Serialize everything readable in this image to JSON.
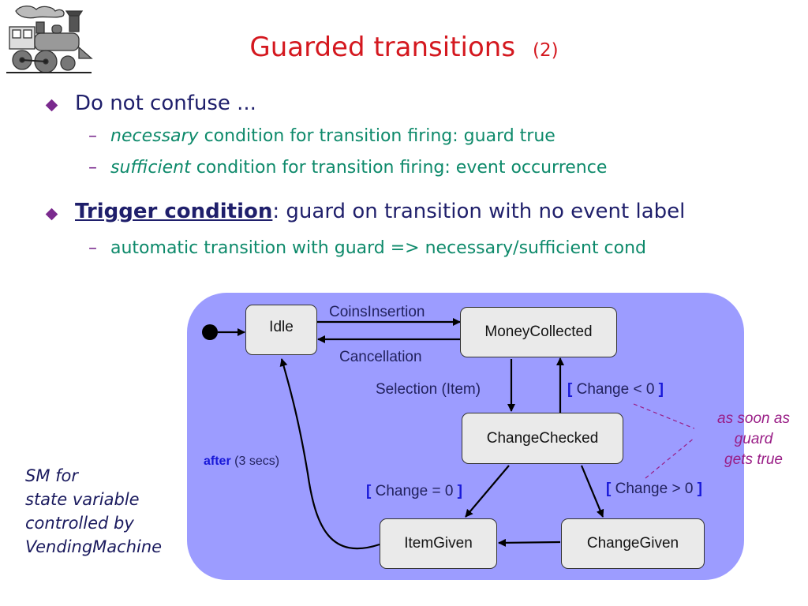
{
  "slide": {
    "title": "Guarded transitions",
    "title_number": "(2)"
  },
  "bullets": [
    {
      "text": "Do not confuse ...",
      "subs": [
        {
          "italic": "necessary",
          "rest": " condition for transition firing:  guard true"
        },
        {
          "italic": "sufficient",
          "rest": " condition for transition firing:  event occurrence"
        }
      ]
    },
    {
      "bold": "Trigger condition",
      "rest": ":  guard on transition with no event label",
      "subs": [
        {
          "text": "automatic transition with guard =>  necessary/sufficient cond"
        }
      ]
    }
  ],
  "side_note": [
    "SM for",
    "state variable",
    "controlled by",
    "VendingMachine"
  ],
  "diagram": {
    "states": {
      "idle": "Idle",
      "money_collected": "MoneyCollected",
      "change_checked": "ChangeChecked",
      "item_given": "ItemGiven",
      "change_given": "ChangeGiven"
    },
    "labels": {
      "coins_insertion": "CoinsInsertion",
      "cancellation": "Cancellation",
      "selection": "Selection (Item)",
      "change_lt": "Change < 0",
      "change_eq": "Change = 0",
      "change_gt": "Change > 0",
      "after_keyword": "after",
      "after_value": "(3 secs)",
      "bracket_open": "[",
      "bracket_close": "]"
    },
    "note": [
      "as soon as",
      "guard",
      "gets true"
    ]
  },
  "colors": {
    "title": "#d4181f",
    "diagram_bg": "#9c9cff",
    "sub_text": "#0e8a6b",
    "note": "#991d86"
  }
}
